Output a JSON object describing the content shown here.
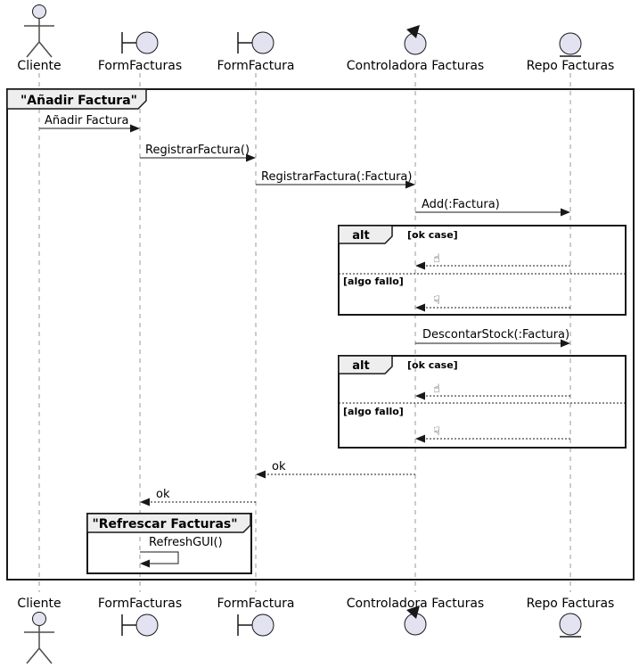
{
  "frame": {
    "title": "\"Añadir Factura\""
  },
  "participants": {
    "cliente": "Cliente",
    "form_facturas": "FormFacturas",
    "form_factura": "FormFactura",
    "controladora": "Controladora Facturas",
    "repo": "Repo Facturas"
  },
  "messages": {
    "anadir_factura": "Añadir Factura",
    "registrar_factura": "RegistrarFactura()",
    "registrar_factura_arg": "RegistrarFactura(:Factura)",
    "add_factura": "Add(:Factura)",
    "descontar_stock": "DescontarStock(:Factura)",
    "ok_to_form_factura": "ok",
    "ok_to_form_facturas": "ok",
    "refresh_gui": "RefreshGUI()"
  },
  "alt1": {
    "operator": "alt",
    "guard_ok": "[ok case]",
    "thumb_up": "☝",
    "guard_fail": "[algo fallo]",
    "thumb_down": "☟"
  },
  "alt2": {
    "operator": "alt",
    "guard_ok": "[ok case]",
    "thumb_up": "☝",
    "guard_fail": "[algo fallo]",
    "thumb_down": "☟"
  },
  "group": {
    "title": "\"Refrescar Facturas\""
  },
  "colors": {
    "participant_fill": "#E2E2F0",
    "label_fill": "#EEEEEE",
    "line": "#181818",
    "lifeline": "#999999"
  }
}
